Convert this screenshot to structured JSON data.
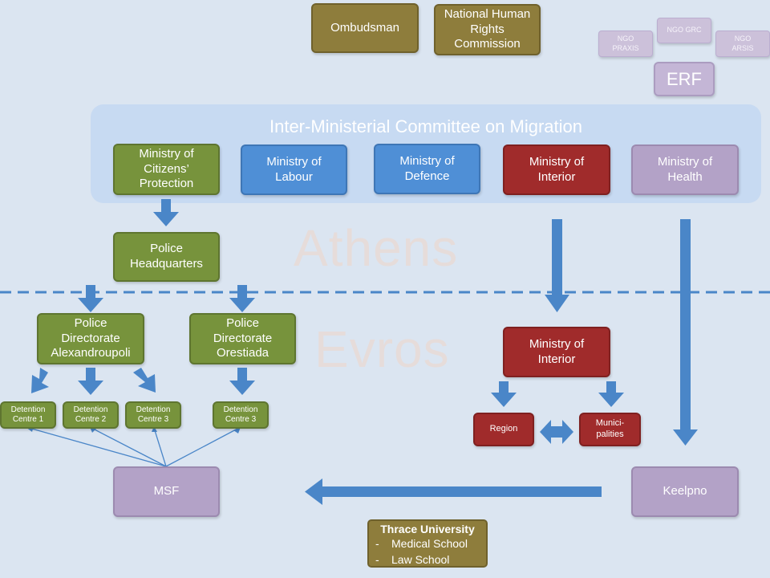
{
  "top": {
    "ombudsman": "Ombudsman",
    "nhrc": "National Human\nRights\nCommission"
  },
  "ngos": {
    "praxis": "NGO\nPRAXIS",
    "grc": "NGO GRC",
    "arsis": "NGO\nARSIS",
    "erf": "ERF"
  },
  "committee": {
    "title": "Inter-Ministerial Committee on Migration",
    "ministries": [
      "Ministry of\nCitizens’\nProtection",
      "Ministry of\nLabour",
      "Ministry of\nDefence",
      "Ministry of\nInterior",
      "Ministry of\nHealth"
    ]
  },
  "watermarks": {
    "athens": "Athens",
    "evros": "Evros"
  },
  "police": {
    "hq": "Police\nHeadquarters",
    "dir_alex": "Police\nDirectorate\nAlexandroupoli",
    "dir_orest": "Police\nDirectorate\nOrestiada"
  },
  "detention": [
    "Detention\nCentre 1",
    "Detention\nCentre 2",
    "Detention\nCentre 3",
    "Detention\nCentre 3"
  ],
  "interior_local": {
    "ministry": "Ministry of\nInterior",
    "region": "Region",
    "municipalities": "Munici-\npalities"
  },
  "health": {
    "keelpno": "Keelpno",
    "msf": "MSF"
  },
  "thrace": {
    "title": "Thrace University",
    "items": [
      "Medical School",
      "Law School"
    ]
  },
  "colors": {
    "olive": "#8e7d3c",
    "green": "#77933c",
    "blue": "#4f8fd6",
    "red": "#a02b2b",
    "lilac": "#b3a2c7",
    "arrow": "#4a86c8"
  }
}
